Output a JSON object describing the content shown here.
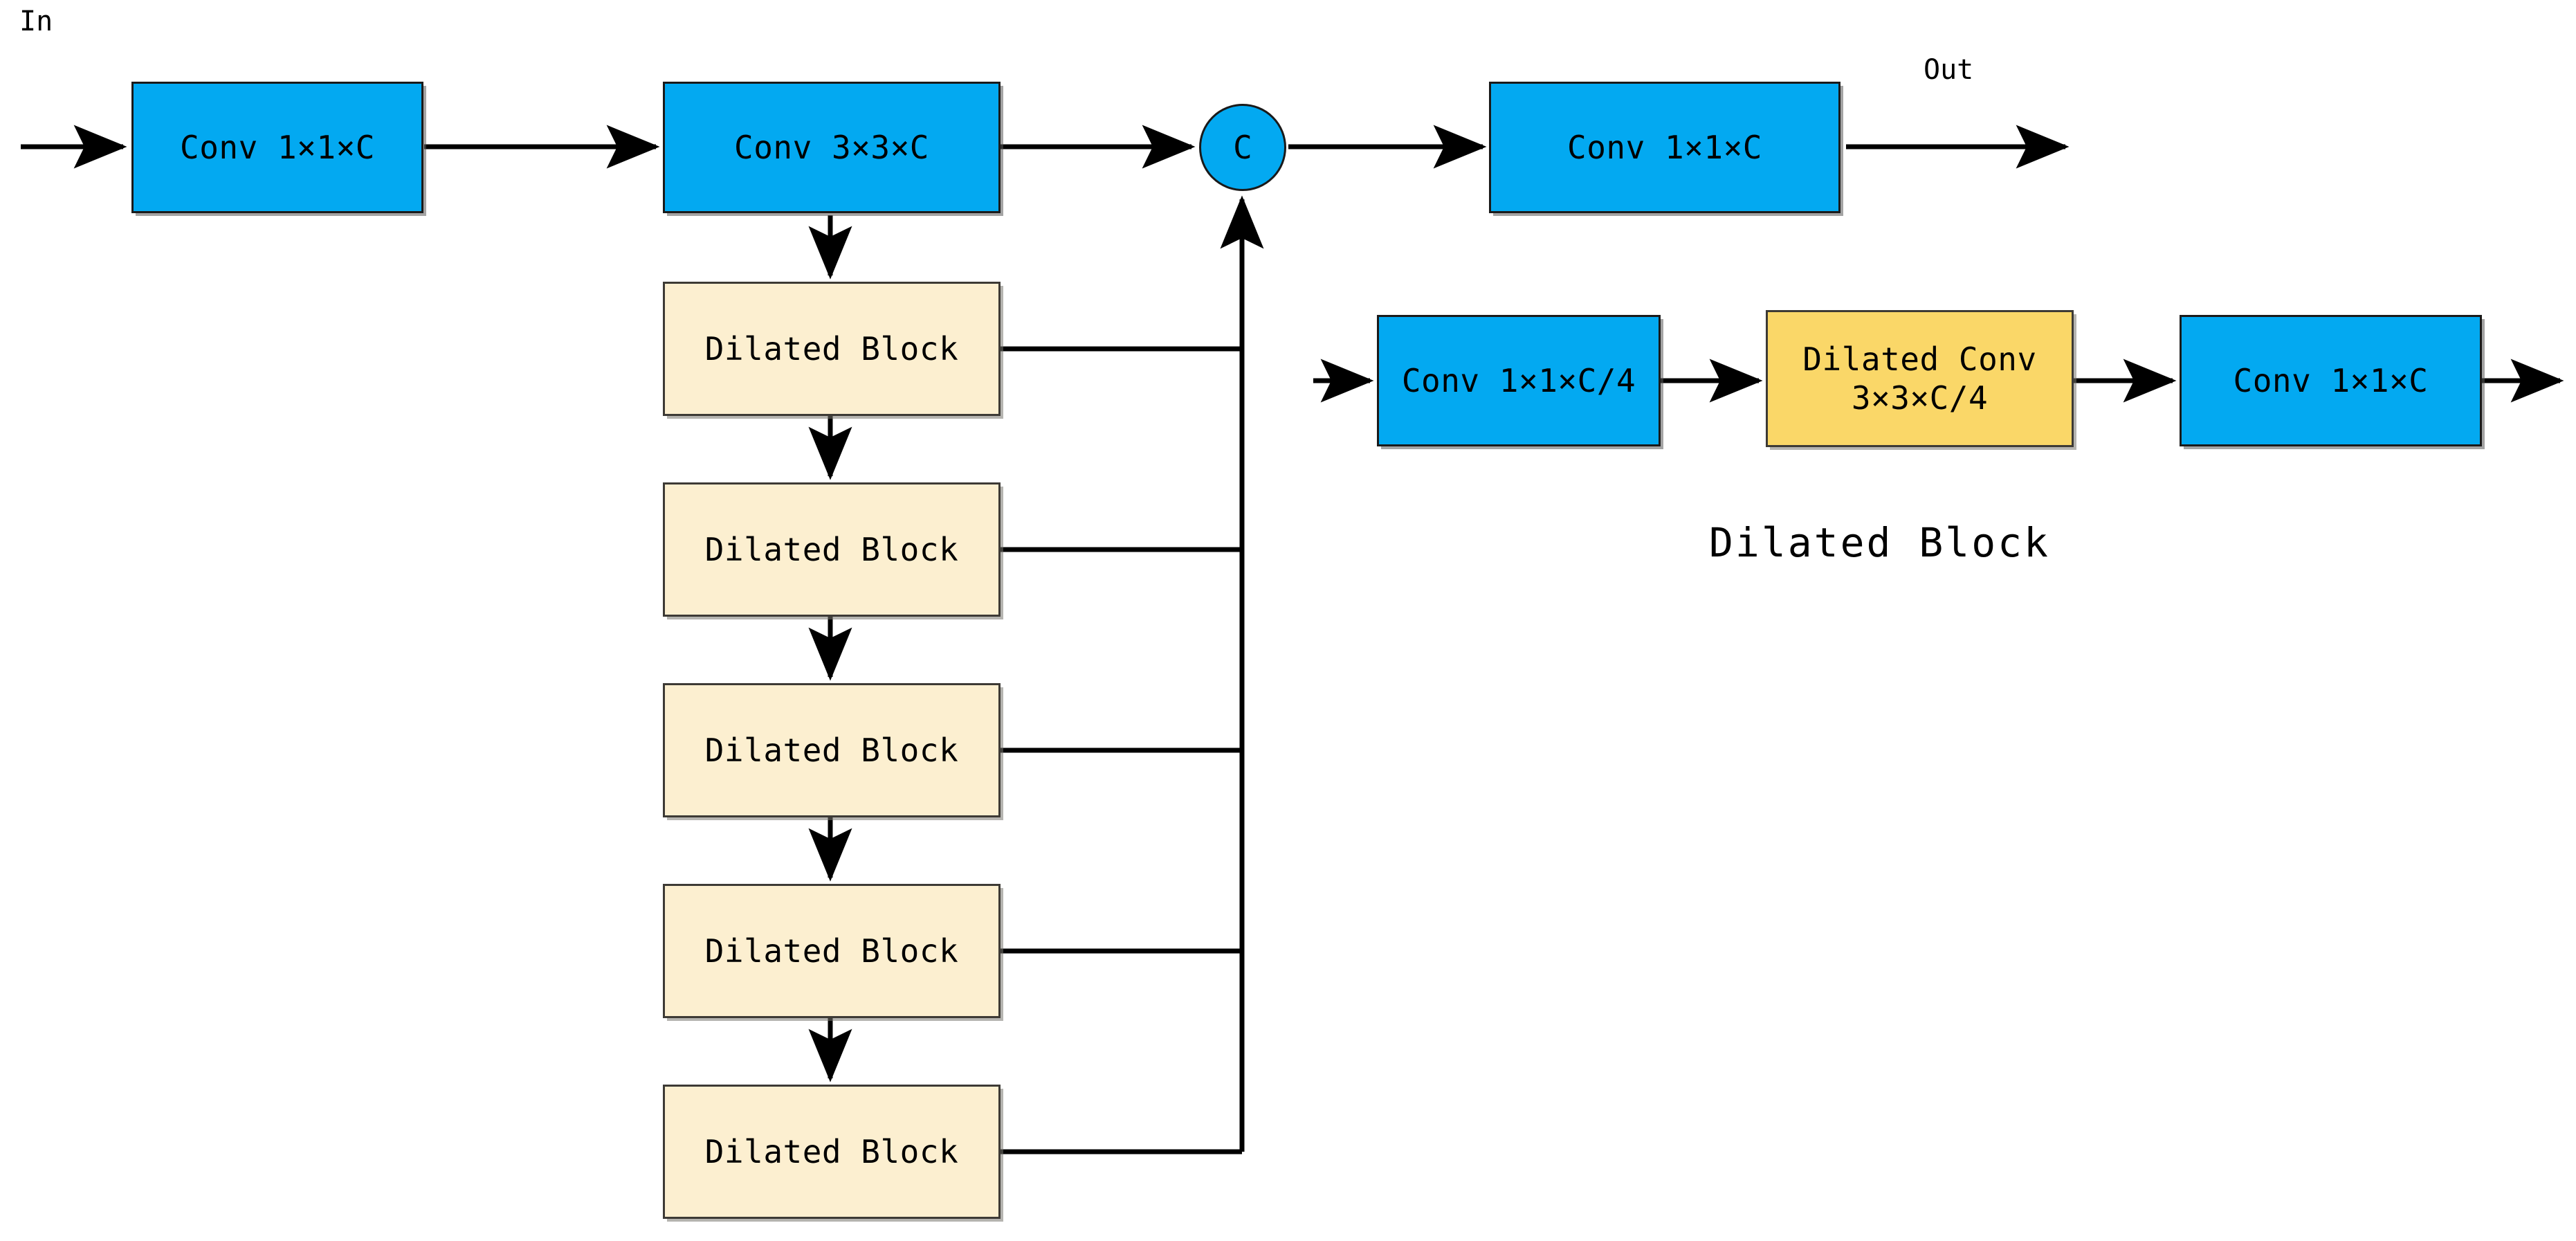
{
  "diagram": {
    "title": "Dilated residual block network architecture",
    "colors": {
      "blue_fill": "#03a9f1",
      "cream_fill": "#fcefd0",
      "yellow_fill": "#fad768",
      "stroke": "#1a1a1a",
      "background": "#ffffff"
    },
    "labels": {
      "input": "In",
      "output": "Out",
      "caption": "Dilated Block"
    },
    "main_path": {
      "conv_in": "Conv 1×1×C",
      "conv_3x3": "Conv 3×3×C",
      "concat": "C",
      "conv_out": "Conv 1×1×C"
    },
    "dilated_stack": [
      {
        "label": "Dilated Block"
      },
      {
        "label": "Dilated Block"
      },
      {
        "label": "Dilated Block"
      },
      {
        "label": "Dilated Block"
      },
      {
        "label": "Dilated Block"
      }
    ],
    "dilated_block_detail": {
      "reduce": "Conv 1×1×C/4",
      "dilated_conv": "Dilated Conv\n3×3×C/4",
      "expand": "Conv 1×1×C"
    }
  }
}
